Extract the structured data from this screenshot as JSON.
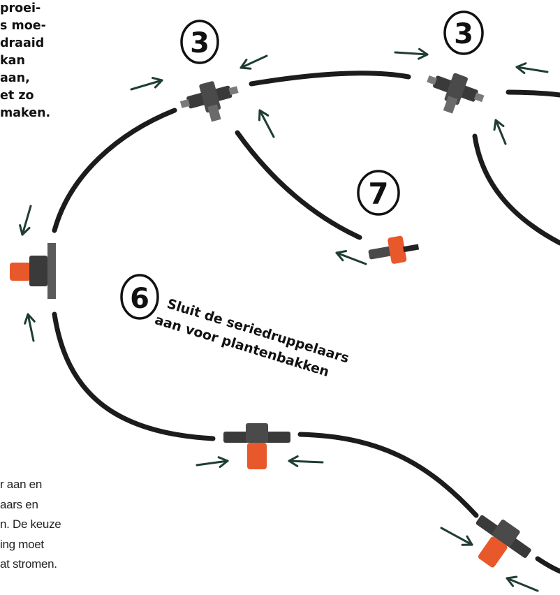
{
  "intro_text": {
    "lines": [
      "proei-",
      "s moe-",
      "draaid",
      "kan",
      "aan,",
      "et zo",
      "maken."
    ]
  },
  "bottom_text": {
    "lines": [
      "r aan en",
      "aars en",
      "n. De keuze",
      "ing moet",
      "at stromen."
    ]
  },
  "step_labels": {
    "step3_left": "3",
    "step3_right": "3",
    "step7": "7",
    "step6": "6"
  },
  "annotation": {
    "line1": "Sluit de seriedruppelaars",
    "line2": "aan voor plantenbakken"
  },
  "colors": {
    "tube": "#1c1c1c",
    "dripper_orange": "#e8582a",
    "connector_gray": "#3a3a3a",
    "arrow": "#1f3d35"
  }
}
